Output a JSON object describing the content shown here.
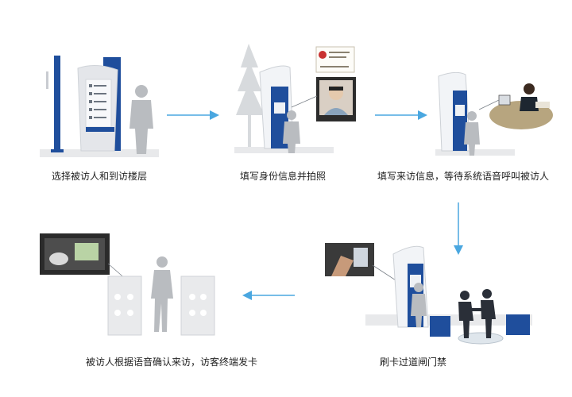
{
  "steps": [
    {
      "label": "选择被访人和到访楼层"
    },
    {
      "label": "填写身份信息并拍照"
    },
    {
      "label": "填写来访信息，等待系统语音呼叫被访人"
    },
    {
      "label": "刷卡过道闸门禁"
    },
    {
      "label": "被访人根据语音确认来访，访客终端发卡"
    }
  ],
  "colors": {
    "arrow": "#4aa7e0",
    "kiosk_blue": "#1f4e9c",
    "kiosk_white": "#f2f4f7",
    "person": "#b9bcc0",
    "person_dark": "#2a2f38",
    "floor": "#e8e9eb"
  },
  "icons": [
    "arrow-right-icon",
    "arrow-down-icon",
    "arrow-left-icon"
  ]
}
